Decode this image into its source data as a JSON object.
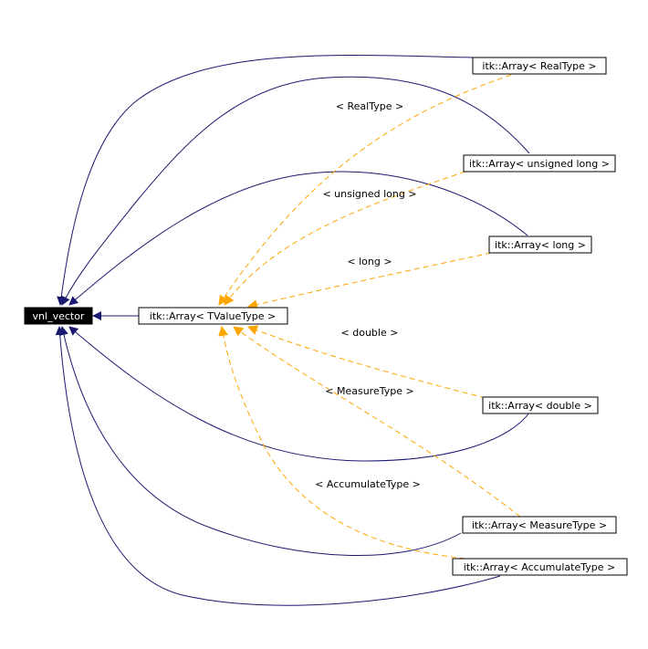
{
  "colors": {
    "inheritance_edge": "#191970",
    "template_edge": "#ffa500",
    "root_fill": "#000000",
    "root_text": "#ffffff"
  },
  "nodes": {
    "vnl_vector": "vnl_vector",
    "array_tvalue": "itk::Array< TValueType >",
    "array_realtype": "itk::Array< RealType >",
    "array_unsigned_long": "itk::Array< unsigned long >",
    "array_long": "itk::Array< long >",
    "array_double": "itk::Array< double >",
    "array_measuretype": "itk::Array< MeasureType >",
    "array_accumulatetype": "itk::Array< AccumulateType >"
  },
  "edge_labels": {
    "realtype": "< RealType >",
    "unsigned_long": "< unsigned long >",
    "long": "< long >",
    "double": "< double >",
    "measuretype": "< MeasureType >",
    "accumulatetype": "< AccumulateType >"
  }
}
